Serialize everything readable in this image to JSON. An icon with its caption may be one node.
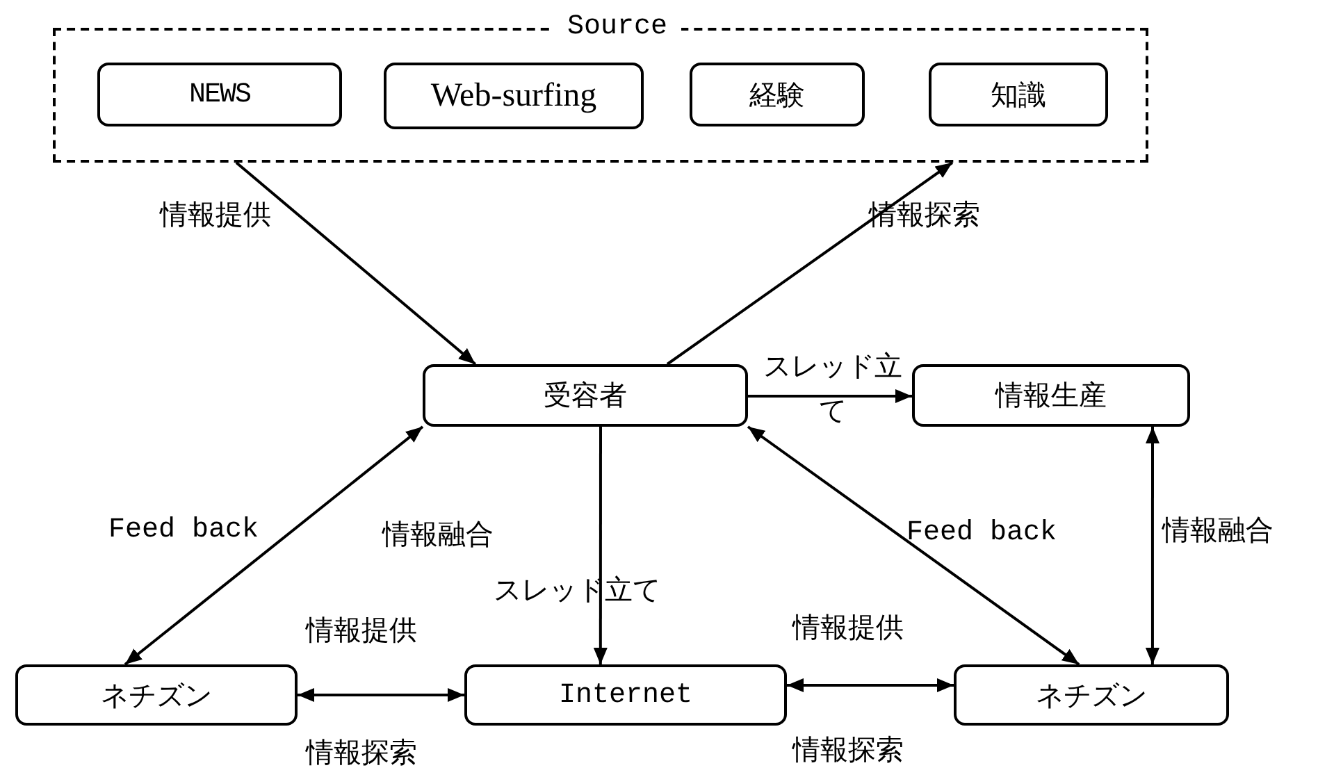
{
  "diagram": {
    "nodes": [
      {
        "text": [
          "Source"
        ]
      },
      {
        "text": [
          "NEWS"
        ],
        "in": 0
      },
      {
        "text": [
          "Web-surfing"
        ],
        "in": 0
      },
      {
        "text": [
          "経験"
        ],
        "in": 0
      },
      {
        "text": [
          "知識"
        ],
        "in": 0
      },
      {
        "text": [
          "受容者"
        ]
      },
      {
        "text": [
          "情報生産"
        ]
      },
      {
        "text": [
          "ネチズン"
        ]
      },
      {
        "text": [
          "Internet"
        ]
      },
      {
        "text": [
          "ネチズン"
        ]
      }
    ],
    "edges": [
      {
        "from": 0,
        "to": 5,
        "arrow": "to",
        "label": "情報提供"
      },
      {
        "from": 5,
        "to": 0,
        "arrow": "to",
        "label": "情報探索"
      },
      {
        "from": 5,
        "to": 6,
        "arrow": "to",
        "label": "スレッド立て"
      },
      {
        "from": 5,
        "to": 7,
        "arrow": "both",
        "label": "Feed back"
      },
      {
        "from": 5,
        "to": 8,
        "arrow": "to",
        "label": "スレッド立て"
      },
      {
        "from": 5,
        "to": 9,
        "arrow": "both",
        "label": "Feed back"
      },
      {
        "from": 6,
        "to": 9,
        "arrow": "both",
        "label": "情報融合"
      },
      {
        "from": 7,
        "to": 8,
        "arrow": "both",
        "label": "情報提供"
      },
      {
        "from": 8,
        "to": 9,
        "arrow": "both",
        "label": "情報提供"
      }
    ],
    "labels": [
      "情報融合",
      "情報探索",
      "情報探索"
    ]
  }
}
